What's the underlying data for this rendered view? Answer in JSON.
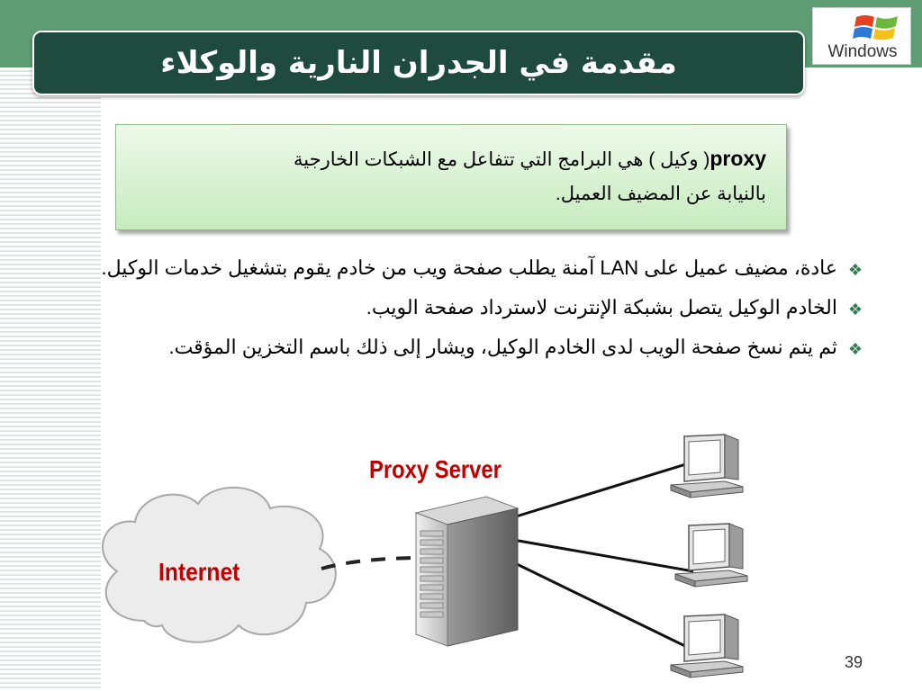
{
  "title": "مقدمة في الجدران النارية والوكلاء",
  "logo": {
    "text": "Windows",
    "icon": "windows-flag-icon"
  },
  "definition": {
    "term": "proxy",
    "line1_rest": "( وكيل ) هي البرامج التي تتفاعل مع الشبكات الخارجية",
    "line2": "بالنيابة عن المضيف العميل."
  },
  "bullets": [
    "عادة، مضيف عميل على LAN آمنة يطلب صفحة ويب من خادم يقوم بتشغيل خدمات الوكيل.",
    "الخادم الوكيل يتصل بشبكة الإنترنت لاسترداد صفحة الويب.",
    "ثم يتم نسخ صفحة الويب لدى الخادم الوكيل، ويشار إلى ذلك باسم التخزين المؤقت."
  ],
  "diagram": {
    "proxy_label": "Proxy Server",
    "internet_label": "Internet"
  },
  "page_number": "39",
  "colors": {
    "header_green": "#5e9d73",
    "title_bg": "#1f4a3e",
    "label_red": "#c00000"
  }
}
